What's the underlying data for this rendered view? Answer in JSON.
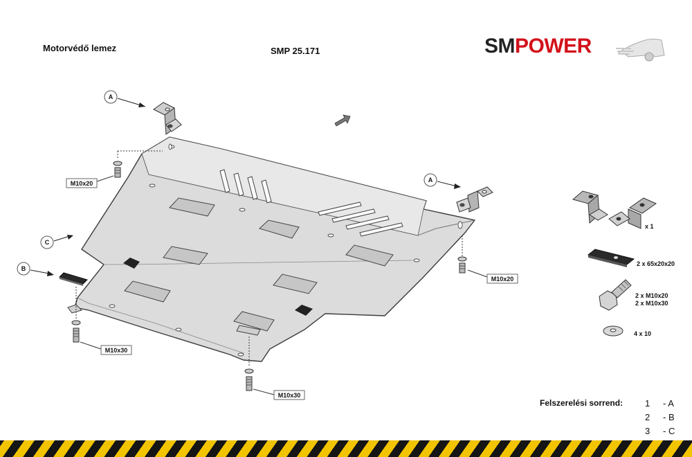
{
  "header": {
    "title": "Motorvédő lemez",
    "code": "SMP 25.171",
    "logo": {
      "part1": "SM",
      "part2": "POWER",
      "color1": "#222222",
      "color2": "#d3121b"
    }
  },
  "callouts": {
    "a_top": "A",
    "a_right": "A",
    "b": "B",
    "c": "C"
  },
  "bolt_labels": {
    "left_top": "M10x20",
    "right": "M10x20",
    "bottom_left": "M10x30",
    "bottom_center": "M10x30"
  },
  "parts_legend": {
    "brackets_qty": "x   1",
    "plate_spec": "2 x 65x20x20",
    "bolt_spec_1": "2 x M10x20",
    "bolt_spec_2": "2 x M10x30",
    "washer_spec": "4   x   10"
  },
  "assembly_order": {
    "title": "Felszerelési sorrend:",
    "steps": [
      {
        "num": "1",
        "letter": "- A"
      },
      {
        "num": "2",
        "letter": "- B"
      },
      {
        "num": "3",
        "letter": "- C"
      }
    ]
  },
  "colors": {
    "hazard_yellow": "#f2c400",
    "hazard_black": "#151515",
    "plate_fill": "#dcdcdc"
  }
}
